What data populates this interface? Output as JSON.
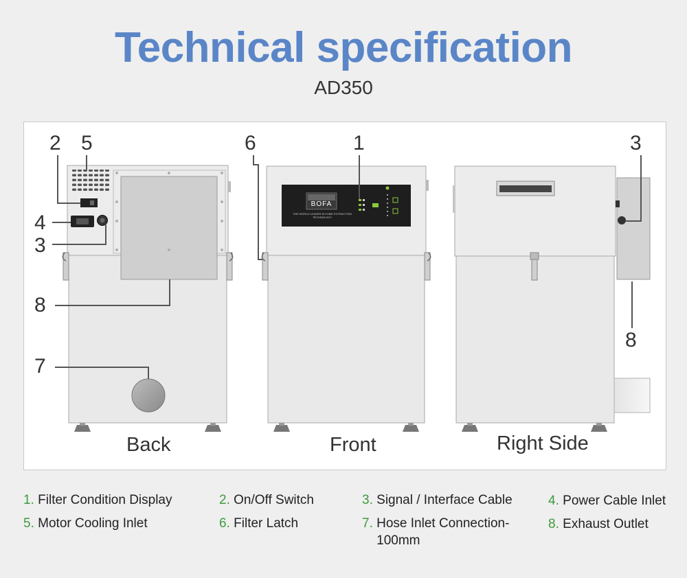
{
  "header": {
    "title": "Technical specification",
    "model": "AD350"
  },
  "colors": {
    "title_blue": "#5a86c8",
    "legend_number_green": "#3d9a3d",
    "indicator_green": "#8dc63f"
  },
  "callouts": {
    "back_2": "2",
    "back_5": "5",
    "back_4": "4",
    "back_3": "3",
    "back_8": "8",
    "back_7": "7",
    "front_6": "6",
    "front_1": "1",
    "side_3": "3",
    "side_8": "8"
  },
  "views": {
    "back": "Back",
    "front": "Front",
    "right": "Right Side"
  },
  "logo": {
    "brand": "BOFA",
    "tagline": "THE WORLD LEADER IN FUME EXTRACTION TECHNOLOGY"
  },
  "legend": [
    {
      "num": "1.",
      "text": "Filter Condition Display"
    },
    {
      "num": "2.",
      "text": "On/Off Switch"
    },
    {
      "num": "3.",
      "text": "Signal / Interface Cable"
    },
    {
      "num": "4.",
      "text": "Power Cable Inlet"
    },
    {
      "num": "5.",
      "text": "Motor Cooling Inlet"
    },
    {
      "num": "6.",
      "text": "Filter Latch"
    },
    {
      "num": "7.",
      "text": "Hose Inlet Connection-\n100mm"
    },
    {
      "num": "8.",
      "text": "Exhaust Outlet"
    }
  ]
}
